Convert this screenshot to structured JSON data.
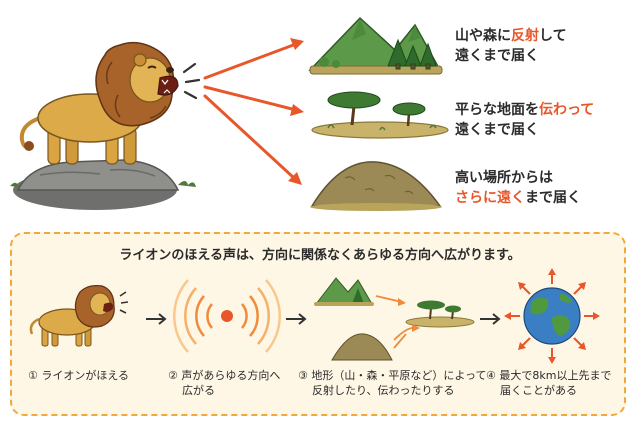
{
  "top": {
    "items": [
      {
        "parts": [
          "山や森に",
          "反射",
          "して"
        ],
        "line2": "遠くまで届く",
        "highlight_index": 1
      },
      {
        "parts": [
          "平らな地面を",
          "伝わって",
          ""
        ],
        "line2": "遠くまで届く",
        "highlight_index": 1
      },
      {
        "line1": "高い場所からは",
        "parts2": [
          "さらに遠く",
          "まで届く"
        ],
        "highlight_index": 0
      }
    ]
  },
  "panel": {
    "title": "ライオンのほえる声は、方向に関係なくあらゆる方向へ広がります。",
    "steps": [
      {
        "line1": "① ライオンがほえる",
        "line2": ""
      },
      {
        "line1": "② 声があらゆる方向へ",
        "line2": "広がる"
      },
      {
        "line1": "③ 地形（山・森・平原など）によって",
        "line2": "反射したり、伝わったりする"
      },
      {
        "line1": "④ 最大で8km以上先まで",
        "line2": "届くことがある"
      }
    ]
  },
  "colors": {
    "accent": "#e8572a",
    "panel_bg": "#fff7e6",
    "panel_border": "#f2a93b",
    "lion": "#d9a441",
    "mane": "#a8632a",
    "rock": "#8a8a88",
    "mountain_green": "#5c9a4a",
    "hill_brown": "#9b8a55",
    "ground": "#c9b36a",
    "earth_ocean": "#3a7fc4",
    "earth_land": "#4f9a3e"
  }
}
